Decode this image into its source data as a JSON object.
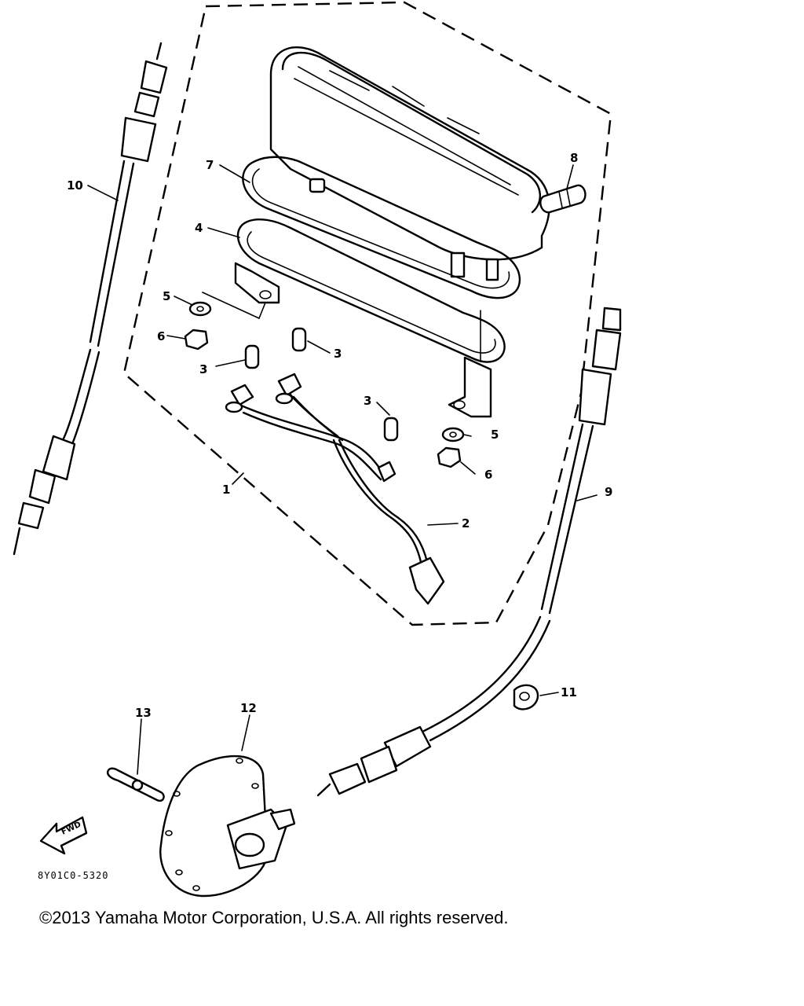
{
  "diagram": {
    "drawing_code": "8Y01C0-5320",
    "direction_label": "FWD",
    "callouts": [
      "1",
      "2",
      "3",
      "3",
      "3",
      "4",
      "5",
      "5",
      "6",
      "6",
      "7",
      "8",
      "9",
      "10",
      "11",
      "12",
      "13"
    ]
  },
  "footer": {
    "copyright": "©2013 Yamaha Motor Corporation, U.S.A. All rights reserved."
  }
}
